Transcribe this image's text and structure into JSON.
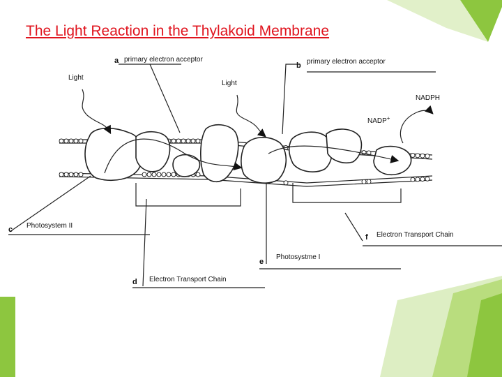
{
  "slide": {
    "title": "The Light Reaction in the Thylakoid Membrane",
    "title_color": "#e0141e",
    "accent_greens": [
      "#8dc63f",
      "#b9dd7e",
      "#d9ecbc"
    ]
  },
  "diagram": {
    "labels": {
      "a": {
        "letter": "a",
        "text": "primary electron acceptor"
      },
      "b": {
        "letter": "b",
        "text": "primary electron acceptor"
      },
      "c": {
        "letter": "c",
        "text": "Photosystem II"
      },
      "d": {
        "letter": "d",
        "text": "Electron Transport Chain"
      },
      "e": {
        "letter": "e",
        "text": "Photosystme I"
      },
      "f": {
        "letter": "f",
        "text": "Electron Transport Chain"
      }
    },
    "light_left": "Light",
    "light_right": "Light",
    "nadp": "NADP",
    "nadp_sup": "+",
    "nadph": "NADPH"
  }
}
